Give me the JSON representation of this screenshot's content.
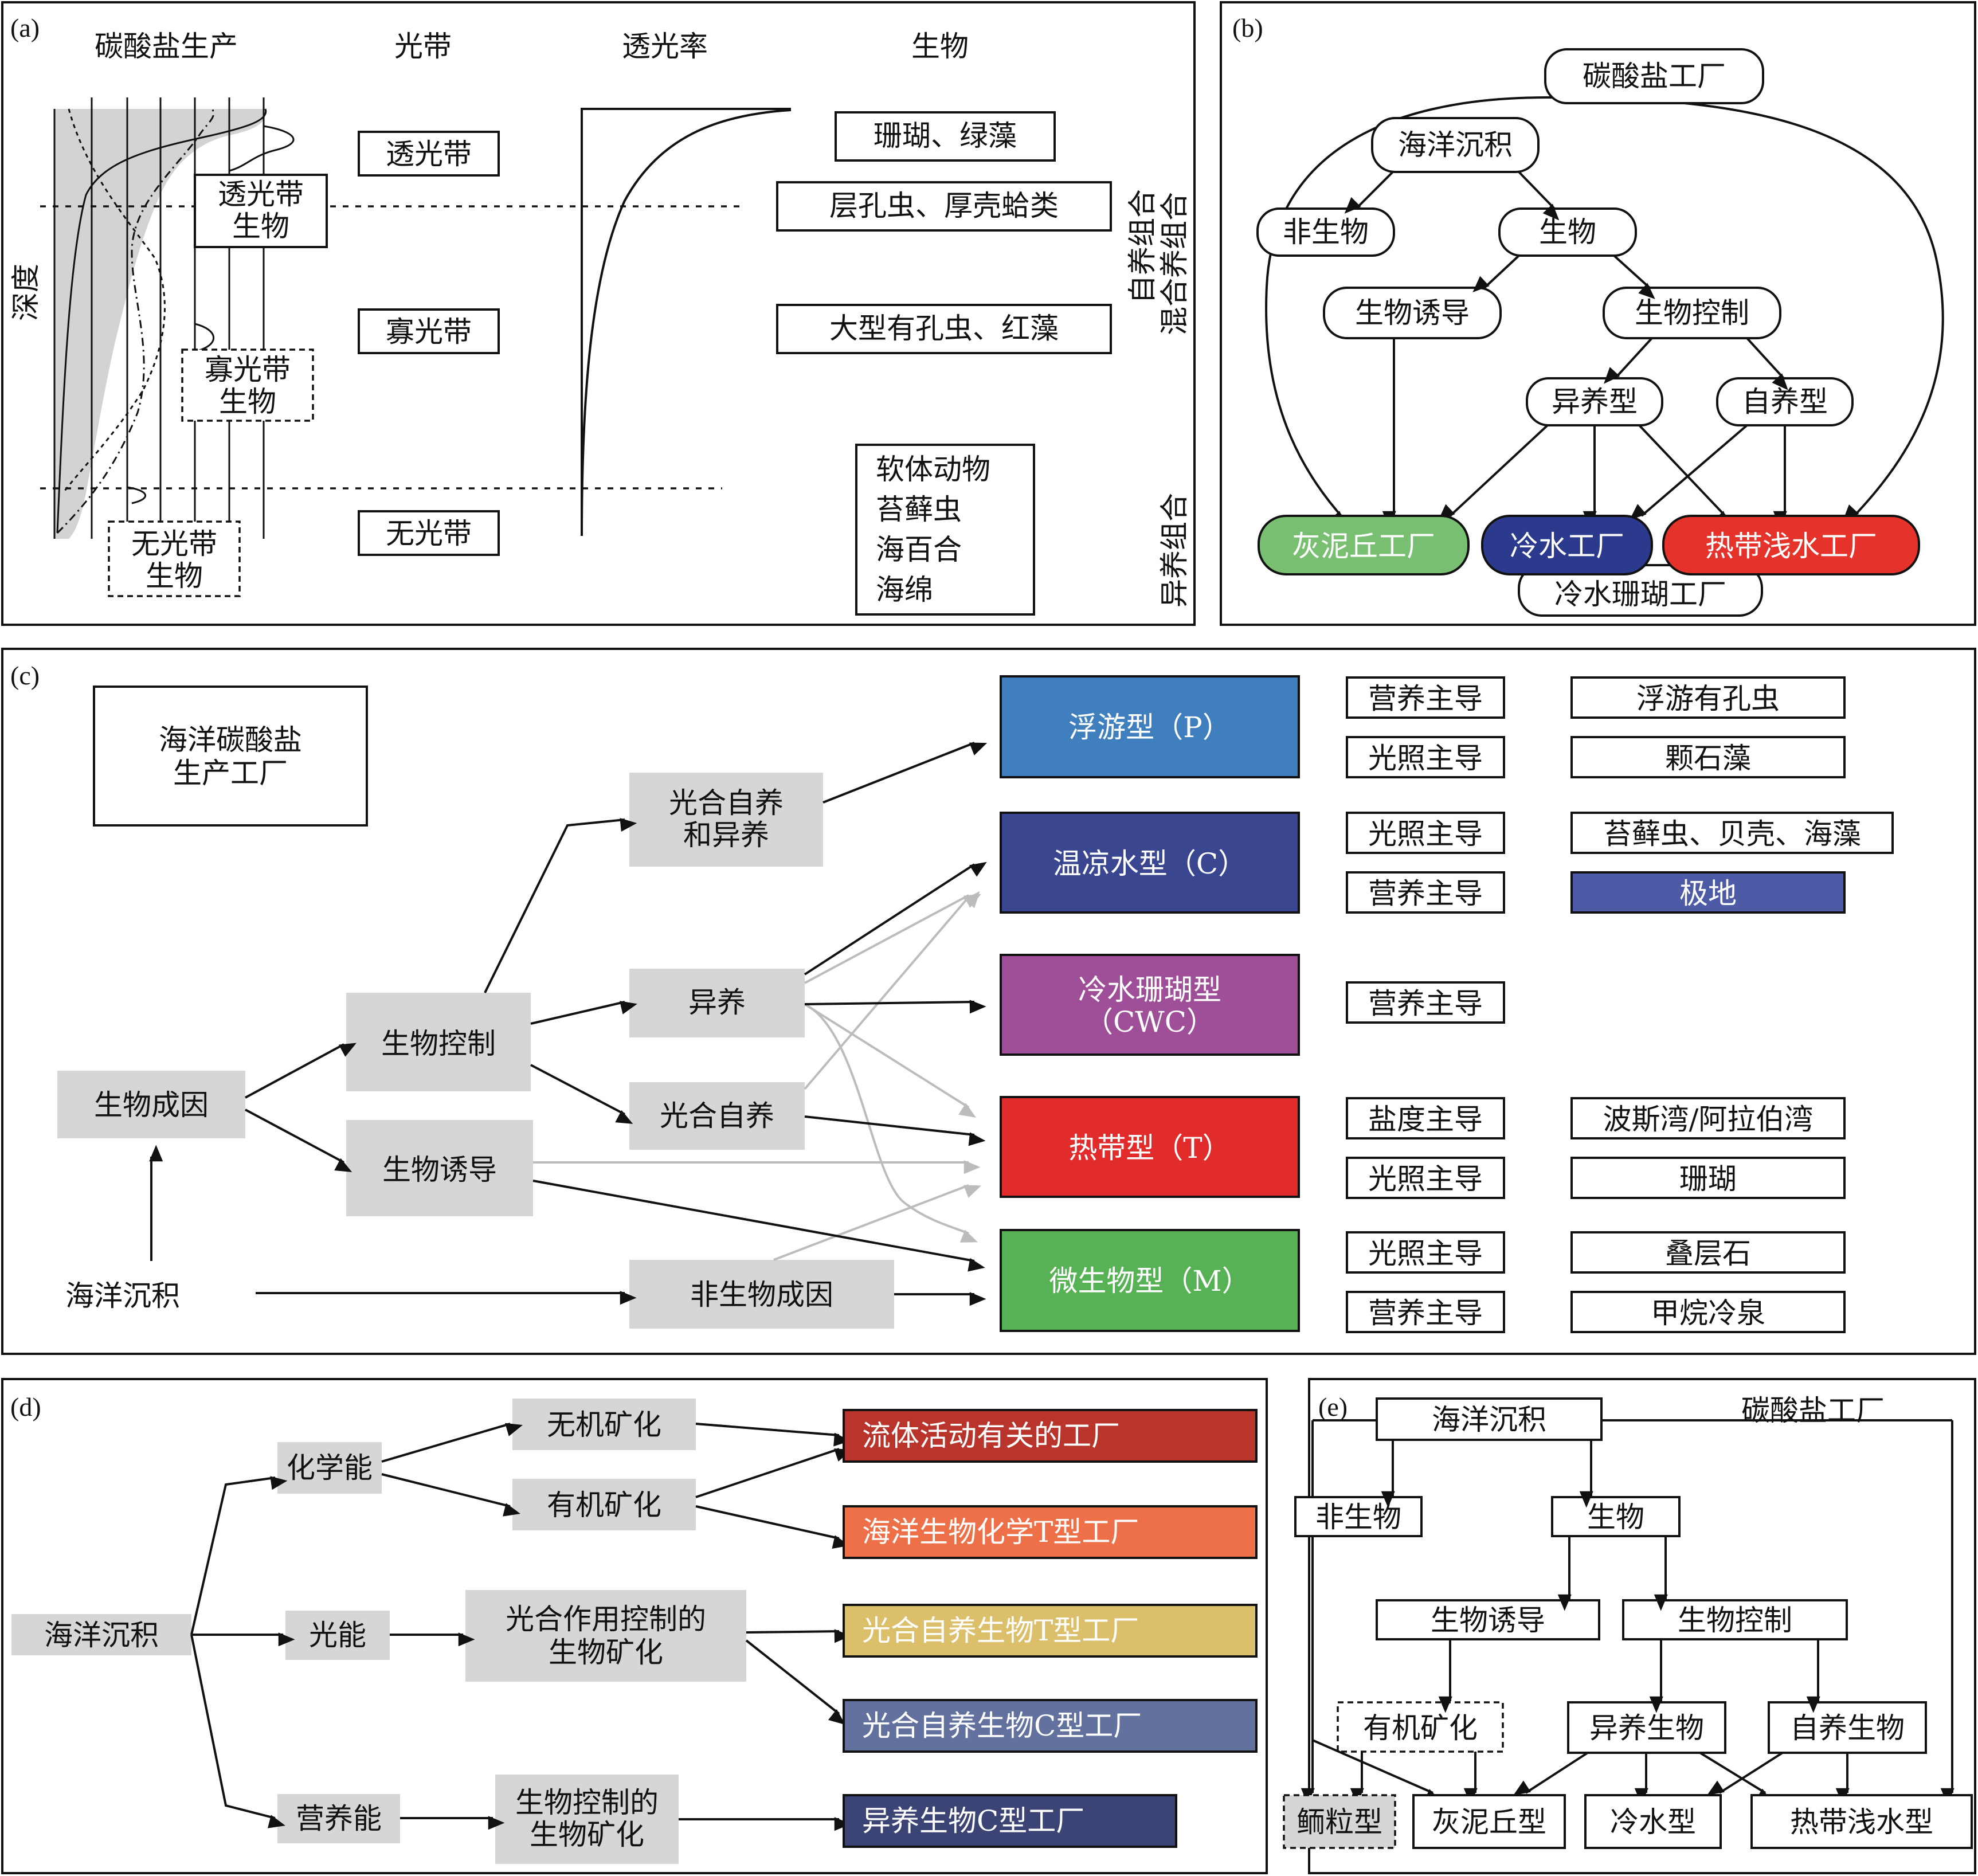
{
  "colors": {
    "green": "#78bf72",
    "navy": "#2c3a8e",
    "red": "#e5322a",
    "blue_p": "#3f7fbe",
    "navy_c": "#3b4690",
    "purple": "#9e4f98",
    "red_t": "#e22b2b",
    "green_m": "#57b155",
    "polar": "#4d5aa6",
    "d_red": "#b9352b",
    "d_orange": "#ee7048",
    "d_yellow": "#dcbf6b",
    "d_slate": "#62719e",
    "d_navy": "#3b4474",
    "grey_box": "#d6d6d6",
    "grey_arrow": "#bcbcbc"
  },
  "panel_a": {
    "label": "(a)",
    "col_production": "碳酸盐生产",
    "col_zone": "光带",
    "col_transmittance": "透光率",
    "col_organism": "生物",
    "depth": "深度",
    "zone_photic": "透光带",
    "zone_oligophotic": "寡光带",
    "zone_aphotic": "无光带",
    "bio_photic": [
      "透光带",
      "生物"
    ],
    "bio_oligophotic": [
      "寡光带",
      "生物"
    ],
    "bio_aphotic": [
      "无光带",
      "生物"
    ],
    "org_1": "珊瑚、绿藻",
    "org_2": "层孔虫、厚壳蛤类",
    "org_3": "大型有孔虫、红藻",
    "org_4": [
      "软体动物",
      "苔藓虫",
      "海百合",
      "海绵"
    ],
    "assoc_auto": "自养组合",
    "assoc_mixed": "混合养组合",
    "assoc_hetero": "异养组合"
  },
  "panel_b": {
    "label": "(b)",
    "title": "碳酸盐工厂",
    "marine_sed": "海洋沉积",
    "abiotic": "非生物",
    "biotic": "生物",
    "induced": "生物诱导",
    "controlled": "生物控制",
    "hetero": "异养型",
    "auto": "自养型",
    "mud_mound": "灰泥丘工厂",
    "cool": "冷水工厂",
    "tropical": "热带浅水工厂",
    "cwc": "冷水珊瑚工厂"
  },
  "panel_c": {
    "label": "(c)",
    "title": [
      "海洋碳酸盐",
      "生产工厂"
    ],
    "bio_origin": "生物成因",
    "marine_sed": "海洋沉积",
    "bio_control": "生物控制",
    "bio_induced": "生物诱导",
    "photo_auto_hetero": [
      "光合自养",
      "和异养"
    ],
    "hetero": "异养",
    "photo_auto": "光合自养",
    "abiotic_origin": "非生物成因",
    "type_p": "浮游型（P）",
    "type_c": "温凉水型（C）",
    "type_cwc": [
      "冷水珊瑚型",
      "（CWC）"
    ],
    "type_t": "热带型（T）",
    "type_m": "微生物型（M）",
    "ctrl": {
      "nutrient": "营养主导",
      "light": "光照主导",
      "salinity": "盐度主导"
    },
    "ex_p1": "浮游有孔虫",
    "ex_p2": "颗石藻",
    "ex_c1": "苔藓虫、贝壳、海藻",
    "ex_c2": "极地",
    "ex_t1": "波斯湾/阿拉伯湾",
    "ex_t2": "珊瑚",
    "ex_m1": "叠层石",
    "ex_m2": "甲烷冷泉"
  },
  "panel_d": {
    "label": "(d)",
    "marine_sed": "海洋沉积",
    "chem": "化学能",
    "light": "光能",
    "nutri": "营养能",
    "inorg_min": "无机矿化",
    "org_min": "有机矿化",
    "photo_min": [
      "光合作用控制的",
      "生物矿化"
    ],
    "bio_min": [
      "生物控制的",
      "生物矿化"
    ],
    "f1": "流体活动有关的工厂",
    "f2": "海洋生物化学T型工厂",
    "f3": "光合自养生物T型工厂",
    "f4": "光合自养生物C型工厂",
    "f5": "异养生物C型工厂"
  },
  "panel_e": {
    "label": "(e)",
    "title": "碳酸盐工厂",
    "marine_sed": "海洋沉积",
    "abiotic": "非生物",
    "biotic": "生物",
    "induced": "生物诱导",
    "controlled": "生物控制",
    "org_min": "有机矿化",
    "hetero": "异养生物",
    "auto": "自养生物",
    "ooid": "鲕粒型",
    "mud_mound": "灰泥丘型",
    "cool": "冷水型",
    "tropical": "热带浅水型"
  }
}
